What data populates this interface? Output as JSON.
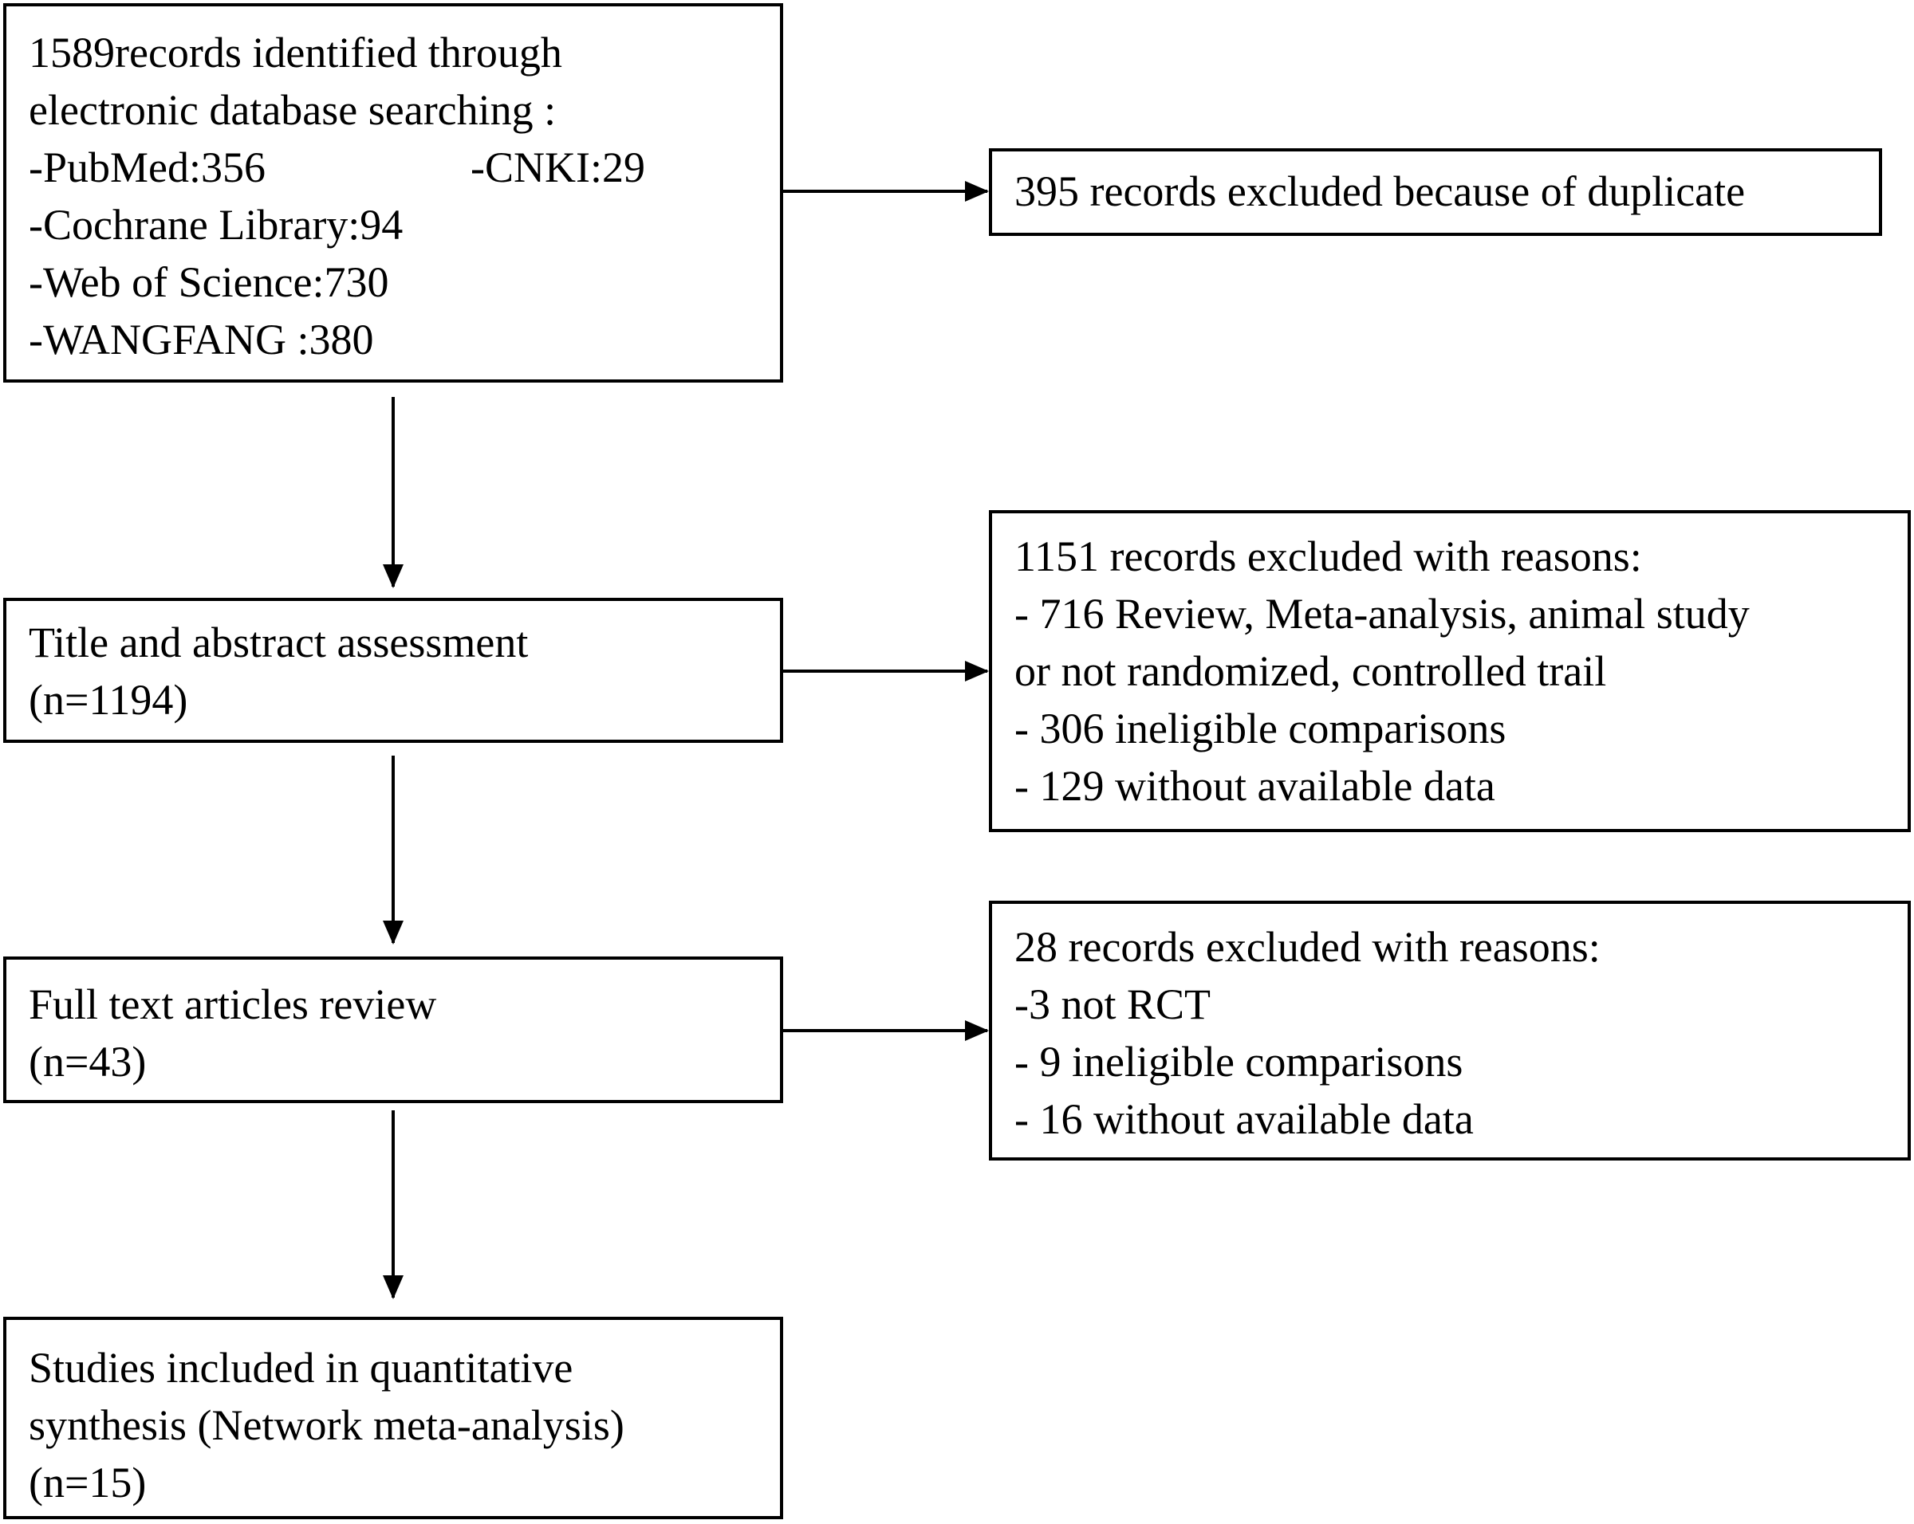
{
  "identification": {
    "lines": [
      "1589records identified through",
      "electronic database searching :"
    ],
    "sources": [
      {
        "left": "-PubMed:356",
        "right": "-CNKI:29"
      },
      {
        "left": "-Cochrane Library:94",
        "right": ""
      },
      {
        "left": "-Web of Science:730",
        "right": ""
      },
      {
        "left": "-WANGFANG :380",
        "right": ""
      }
    ]
  },
  "duplicates": {
    "lines": [
      "395 records excluded because of duplicate"
    ]
  },
  "screening": {
    "lines": [
      "Title and abstract assessment",
      "(n=1194)"
    ]
  },
  "screening_exclusions": {
    "lines": [
      "1151 records excluded with reasons:",
      "- 716 Review, Meta-analysis, animal study",
      "or not randomized, controlled trail",
      "- 306 ineligible comparisons",
      "- 129 without available data"
    ]
  },
  "fulltext": {
    "lines": [
      "Full text articles review",
      "(n=43)"
    ]
  },
  "fulltext_exclusions": {
    "lines": [
      "28 records excluded with reasons:",
      "-3 not RCT",
      "- 9 ineligible comparisons",
      "- 16 without available data"
    ]
  },
  "included": {
    "lines": [
      "Studies included in quantitative",
      "synthesis (Network meta-analysis)",
      "(n=15)"
    ]
  }
}
